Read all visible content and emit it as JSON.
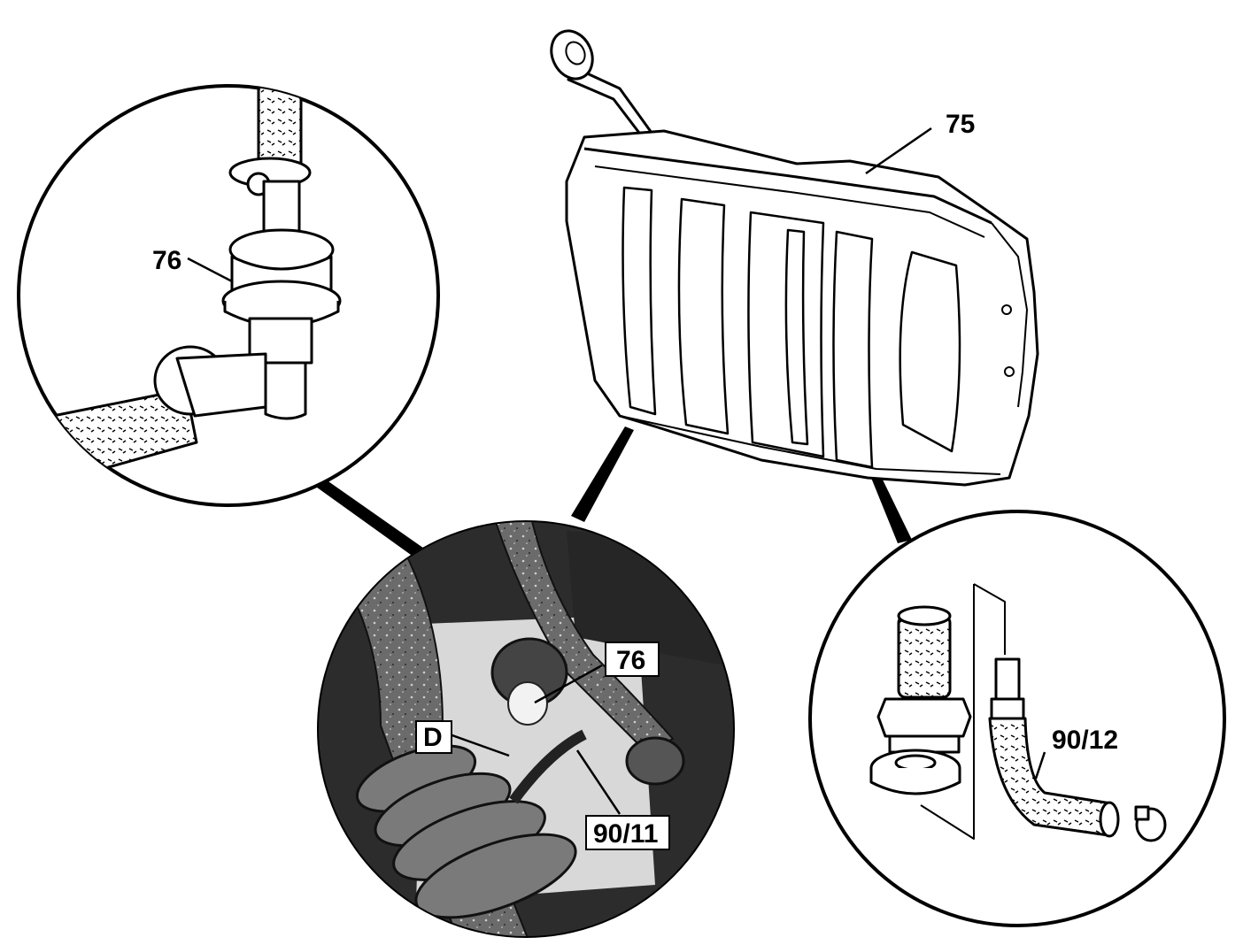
{
  "callouts": {
    "tank": "75",
    "valve_detail": "76",
    "valve_photo": "76",
    "drain_point": "D",
    "hose_photo": "90/11",
    "hose_detail": "90/12"
  },
  "colors": {
    "ink": "#000000",
    "paper": "#ffffff",
    "photo_dark": "#3a3a3a",
    "photo_mid": "#8a8a8a",
    "photo_light": "#d8d8d8"
  }
}
